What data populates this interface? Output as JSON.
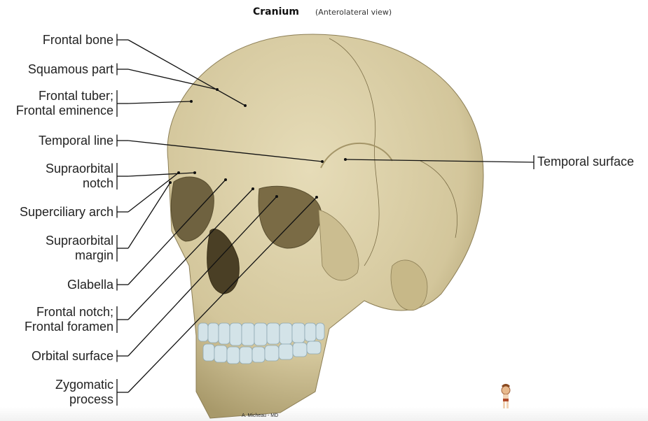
{
  "title": "Cranium",
  "subtitle": "(Anterolateral view)",
  "labels_left": [
    {
      "text": "Frontal bone"
    },
    {
      "text": "Squamous part"
    },
    {
      "text": "Frontal tuber;\nFrontal eminence"
    },
    {
      "text": "Temporal line"
    },
    {
      "text": "Supraorbital\nnotch"
    },
    {
      "text": "Superciliary arch"
    },
    {
      "text": "Supraorbital\nmargin"
    },
    {
      "text": "Glabella"
    },
    {
      "text": "Frontal notch;\nFrontal foramen"
    },
    {
      "text": "Orbital surface"
    },
    {
      "text": "Zygomatic\nprocess"
    }
  ],
  "labels_right": [
    {
      "text": "Temporal surface"
    }
  ],
  "signature": "A. Micheau - MD",
  "colors": {
    "bone": "#d9cda4",
    "bone_shadow": "#b7a878",
    "teeth": "#cfe0e6",
    "leader": "#111111"
  }
}
